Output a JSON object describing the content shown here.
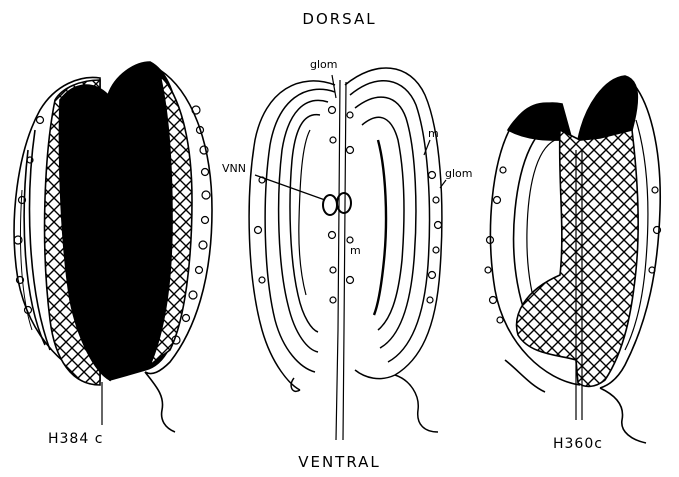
{
  "labels": {
    "top": "DORSAL",
    "bottom": "VENTRAL",
    "left_section": "H384 c",
    "right_section": "H360c",
    "glom_top": "glom",
    "m_right": "m",
    "glom_right": "glom",
    "vnn": "VNN",
    "m_center": "m"
  },
  "colors": {
    "ink": "#000000",
    "paper": "#ffffff"
  }
}
